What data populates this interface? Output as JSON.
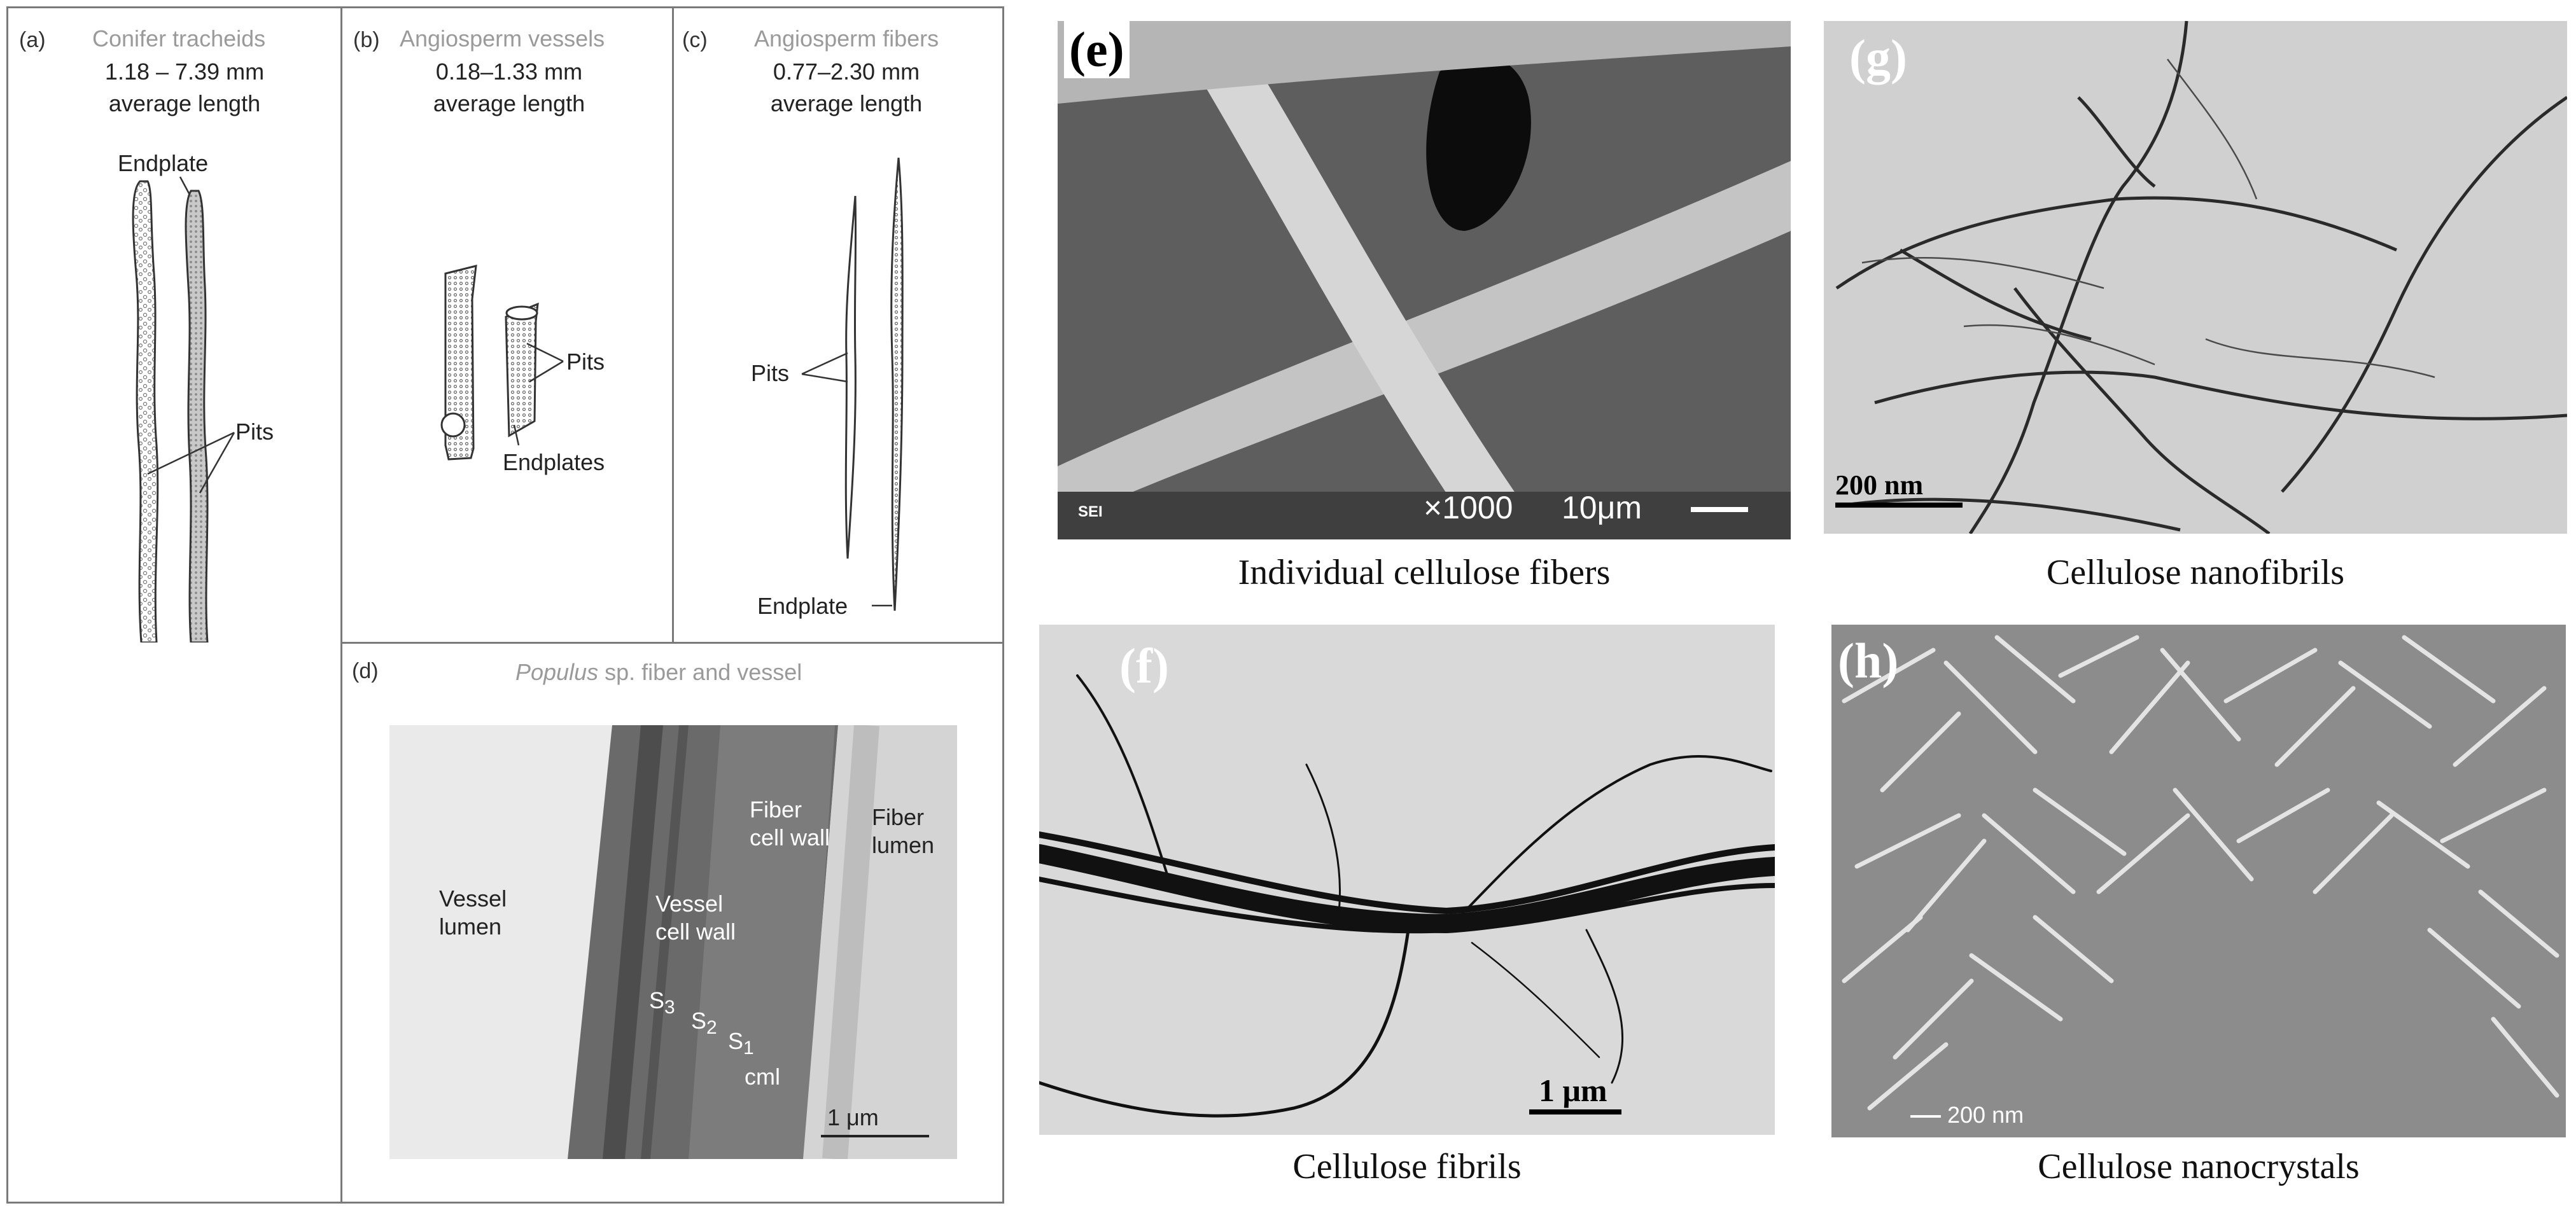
{
  "panel_a": {
    "letter": "(a)",
    "title": "Conifer tracheids",
    "range": "1.18 – 7.39 mm",
    "subtitle": "average length",
    "label_endplate": "Endplate",
    "label_pits": "Pits"
  },
  "panel_b": {
    "letter": "(b)",
    "title": "Angiosperm vessels",
    "range": "0.18–1.33 mm",
    "subtitle": "average length",
    "label_pits": "Pits",
    "label_endplates": "Endplates"
  },
  "panel_c": {
    "letter": "(c)",
    "title": "Angiosperm fibers",
    "range": "0.77–2.30 mm",
    "subtitle": "average length",
    "label_pits": "Pits",
    "label_endplate": "Endplate"
  },
  "panel_d": {
    "letter": "(d)",
    "title_italic": "Populus",
    "title_rest": " sp. fiber and vessel",
    "vessel_lumen": [
      "Vessel",
      "lumen"
    ],
    "vessel_wall": [
      "Vessel",
      "cell wall"
    ],
    "fiber_wall": [
      "Fiber",
      "cell wall"
    ],
    "fiber_lumen": [
      "Fiber",
      "lumen"
    ],
    "s3": "S",
    "s3_sub": "3",
    "s2": "S",
    "s2_sub": "2",
    "s1": "S",
    "s1_sub": "1",
    "cml": "cml",
    "scale": "1 μm"
  },
  "panel_e": {
    "letter": "(e)",
    "sei": "SEI",
    "mag": "×1000",
    "scale": "10μm",
    "caption": "Individual cellulose  fibers"
  },
  "panel_f": {
    "letter": "(f)",
    "scale": "1 μm",
    "caption": "Cellulose  fibrils"
  },
  "panel_g": {
    "letter": "(g)",
    "scale": "200 nm",
    "caption": "Cellulose  nanofibrils"
  },
  "panel_h": {
    "letter": "(h)",
    "scale": "200 nm",
    "caption": "Cellulose  nanocrystals"
  }
}
